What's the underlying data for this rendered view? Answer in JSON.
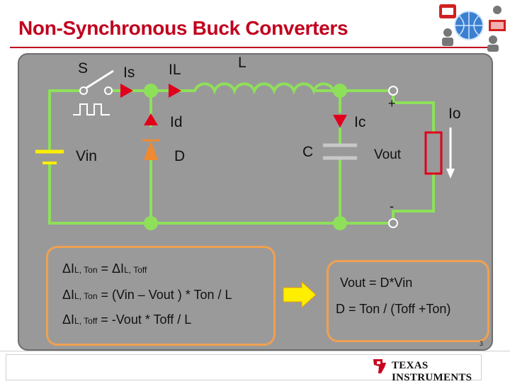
{
  "title": "Non-Synchronous Buck Converters",
  "labels": {
    "switch": "S",
    "is": "Is",
    "il": "IL",
    "inductor": "L",
    "id": "Id",
    "diode": "D",
    "vin": "Vin",
    "ic": "Ic",
    "capacitor": "C",
    "plus": "+",
    "minus": "-",
    "vout": "Vout",
    "io": "Io"
  },
  "equations_left": {
    "eq1_a": "ΔI",
    "eq1_a_sub": "L, Ton",
    "eq1_b": " = ΔI",
    "eq1_b_sub": "L, Toff",
    "eq2_a": "ΔI",
    "eq2_a_sub": "L, Ton",
    "eq2_b": " = (Vin – Vout ) * Ton / L",
    "eq3_a": "ΔI",
    "eq3_a_sub": "L, Toff",
    "eq3_b": " = -Vout * Toff / L"
  },
  "equations_right": {
    "eq1": "Vout = D*Vin",
    "eq2": "D = Ton / (Toff +Ton)"
  },
  "footer": {
    "page_number": "3",
    "brand": "TEXAS INSTRUMENTS"
  },
  "colors": {
    "title": "#c0001e",
    "wire": "#8ee05a",
    "arrow": "#e0001b",
    "diode": "#f08a30",
    "panel": "#999999",
    "box_border": "#f0a050",
    "yellow_arrow": "#ffee00"
  }
}
